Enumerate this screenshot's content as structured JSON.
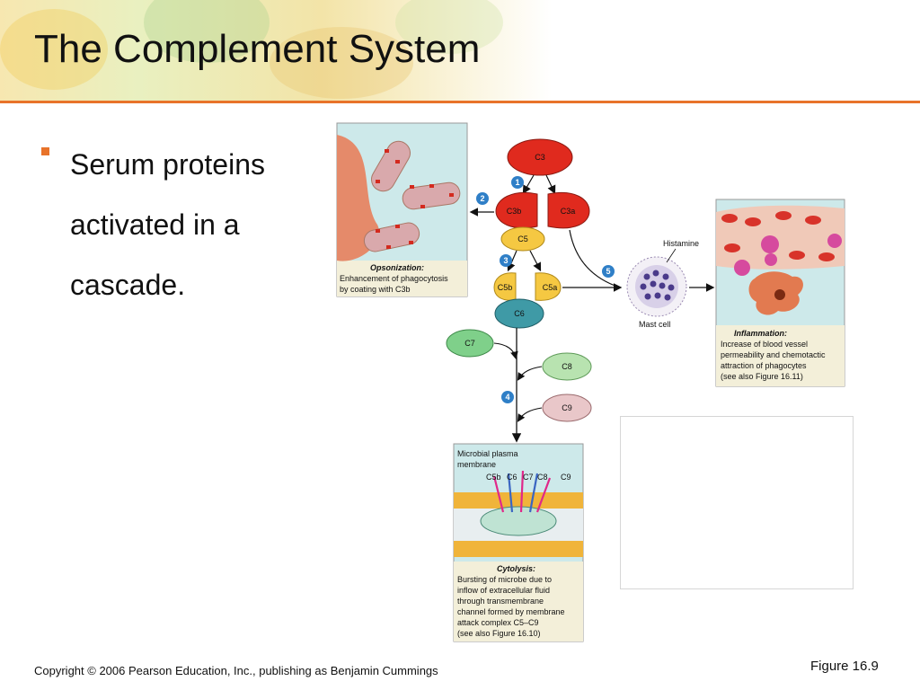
{
  "slide": {
    "title": "The Complement System",
    "bullet": "Serum proteins activated in a cascade.",
    "footer": "Copyright © 2006 Pearson Education, Inc., publishing as Benjamin Cummings",
    "figure_number": "Figure 16.9"
  },
  "diagram": {
    "proteins": {
      "c3": "C3",
      "c3b": "C3b",
      "c3a": "C3a",
      "c5": "C5",
      "c5b": "C5b",
      "c5a": "C5a",
      "c6": "C6",
      "c7": "C7",
      "c8": "C8",
      "c9": "C9"
    },
    "steps": {
      "s1": "1",
      "s2": "2",
      "s3": "3",
      "s4": "4",
      "s5": "5"
    },
    "opsonization": {
      "heading": "Opsonization:",
      "line1": "Enhancement of phagocytosis",
      "line2": "by coating with C3b"
    },
    "inflammation": {
      "histamine": "Histamine",
      "mast_cell": "Mast cell",
      "heading": "Inflammation:",
      "line1": "Increase of blood vessel",
      "line2": "permeability and chemotactic",
      "line3": "attraction of phagocytes",
      "line4": "(see also Figure 16.11)"
    },
    "cytolysis": {
      "membrane_line1": "Microbial plasma",
      "membrane_line2": "membrane",
      "mac_c5b": "C5b",
      "mac_c6": "C6",
      "mac_c7": "C7",
      "mac_c8": "C8",
      "mac_c9": "C9",
      "heading": "Cytolysis:",
      "line1": "Bursting of microbe due to",
      "line2": "inflow of extracellular fluid",
      "line3": "through transmembrane",
      "line4": "channel formed by membrane",
      "line5": "attack complex C5–C9",
      "line6": "(see also Figure 16.10)"
    },
    "colors": {
      "accent": "#e8732a",
      "c3_red": "#e02a1e",
      "c5_yellow": "#f5c842",
      "c6_teal": "#3f9aa6",
      "c7_green": "#7fd08a",
      "c8_green": "#b8e3b0",
      "c9_pink": "#e9c7c9",
      "step_blue": "#2f7fc7",
      "panel_bg": "#cde9ea"
    }
  }
}
